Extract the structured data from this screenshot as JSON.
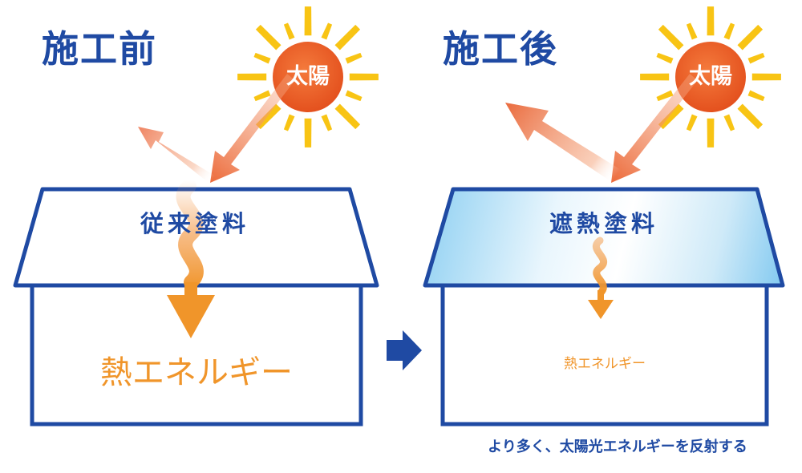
{
  "before": {
    "title": "施工前",
    "sun_label": "太陽",
    "roof_label": "従来塗料",
    "heat_label": "熱エネルギー"
  },
  "after": {
    "title": "施工後",
    "sun_label": "太陽",
    "roof_label": "遮熱塗料",
    "heat_label": "熱エネルギー",
    "caption": "より多く、太陽光エネルギーを反射する"
  },
  "colors": {
    "outline": "#1f4aa3",
    "sun_body": "#ea5a24",
    "sun_rays": "#f8c414",
    "light_arrow": "#ee7c4e",
    "heat": "#f0952a",
    "coating": "#8fd0f2"
  },
  "icons": {
    "transition": "right-arrow-icon"
  }
}
